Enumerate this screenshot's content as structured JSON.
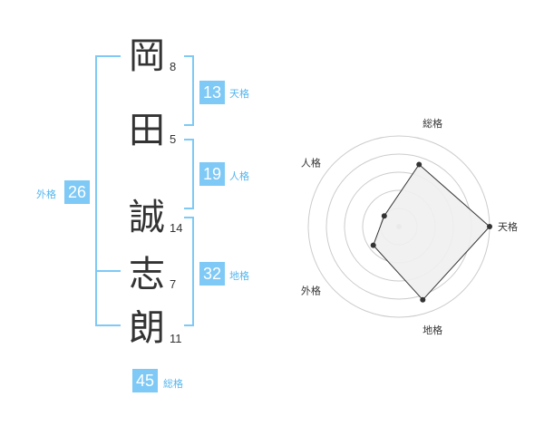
{
  "name": {
    "characters": [
      {
        "char": "岡",
        "strokes": "8"
      },
      {
        "char": "田",
        "strokes": "5"
      },
      {
        "char": "誠",
        "strokes": "14"
      },
      {
        "char": "志",
        "strokes": "7"
      },
      {
        "char": "朗",
        "strokes": "11"
      }
    ]
  },
  "fortunes": {
    "tenkaku": {
      "value": "13",
      "label": "天格"
    },
    "jinkaku": {
      "value": "19",
      "label": "人格"
    },
    "chikaku": {
      "value": "32",
      "label": "地格"
    },
    "gaikaku": {
      "value": "26",
      "label": "外格"
    },
    "soukaku": {
      "value": "45",
      "label": "総格"
    }
  },
  "colors": {
    "accent": "#7ec9f5",
    "label": "#55b6ee",
    "text": "#333333"
  },
  "chart_data": {
    "type": "radar",
    "axes": [
      "総格",
      "天格",
      "地格",
      "外格",
      "人格"
    ],
    "values": [
      0.72,
      1.0,
      0.85,
      0.35,
      0.2
    ],
    "rings": 5,
    "grid": true
  }
}
